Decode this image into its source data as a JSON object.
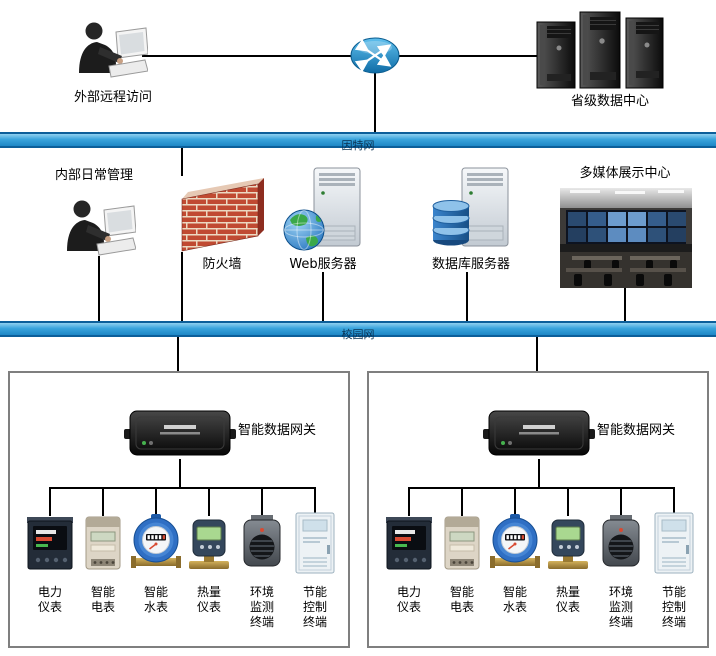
{
  "top": {
    "external_access": "外部远程访问",
    "datacenter": "省级数据中心"
  },
  "bars": {
    "internet": "因特网",
    "campus": "校园网"
  },
  "middle": {
    "internal_mgmt": "内部日常管理",
    "firewall": "防火墙",
    "web_server": "Web服务器",
    "db_server": "数据库服务器",
    "multimedia": "多媒体展示中心"
  },
  "groups": [
    {
      "gateway": "智能数据网关",
      "devices": [
        "电力\n仪表",
        "智能\n电表",
        "智能\n水表",
        "热量\n仪表",
        "环境\n监测\n终端",
        "节能\n控制\n终端"
      ]
    },
    {
      "gateway": "智能数据网关",
      "devices": [
        "电力\n仪表",
        "智能\n电表",
        "智能\n水表",
        "热量\n仪表",
        "环境\n监测\n终端",
        "节能\n控制\n终端"
      ]
    }
  ],
  "colors": {
    "network_bar": "#2596d2",
    "connector_line": "#000000"
  }
}
